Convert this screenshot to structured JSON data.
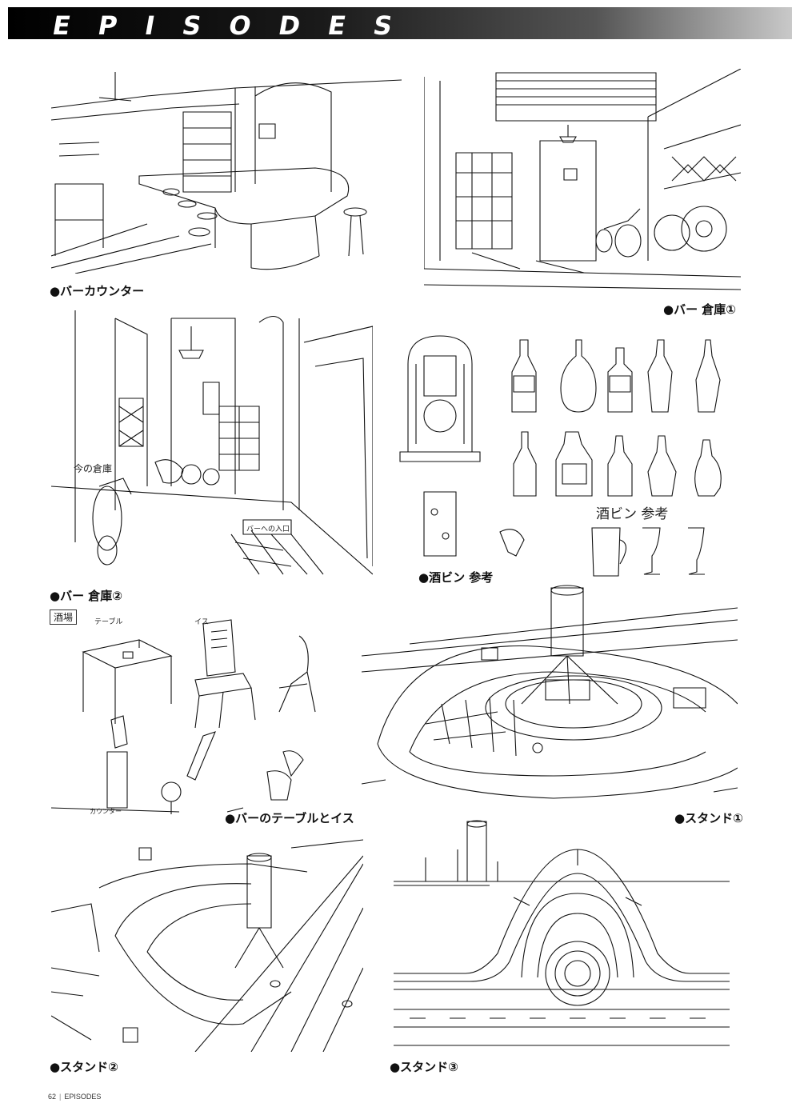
{
  "header": {
    "title": "EPISODES"
  },
  "captions": {
    "bar_counter": "●バーカウンター",
    "bar_storage_1": "●バー 倉庫①",
    "bar_storage_2": "●バー 倉庫②",
    "liquor_bottles": "●酒ビン 参考",
    "bar_table_chairs": "●バーのテーブルとイス",
    "stand_1": "●スタンド①",
    "stand_2": "●スタンド②",
    "stand_3": "●スタンド③"
  },
  "notes": {
    "bottle_ref": "酒ビン 参考",
    "sakaba": "酒場",
    "table": "テーブル",
    "chair": "イス",
    "counter": "カウンター",
    "storage_now": "今の倉庫",
    "to_bar": "バーへの入口"
  },
  "footer": {
    "page_number": "62",
    "section": "EPISODES"
  }
}
